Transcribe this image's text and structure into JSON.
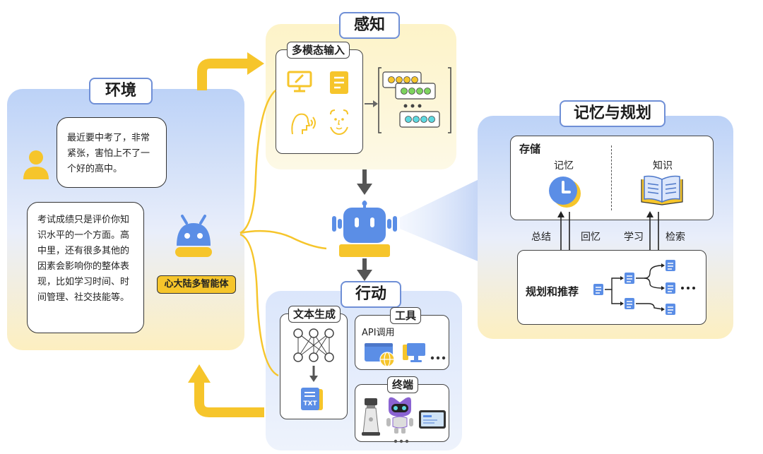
{
  "environment": {
    "title": "环境",
    "user_message": "最近要中考了，非常紧张，害怕上不了一个好的高中。",
    "agent_reply": "考试成绩只是评价你知识水平的一个方面。高中里，还有很多其他的因素会影响你的整体表现，比如学习时间、时间管理、社交技能等。",
    "agent_name": "心大陆多智能体"
  },
  "perception": {
    "title": "感知",
    "input_label": "多模态输入"
  },
  "memory_planning": {
    "title": "记忆与规划",
    "storage_label": "存储",
    "memory_label": "记忆",
    "knowledge_label": "知识",
    "summarize_label": "总结",
    "recall_label": "回忆",
    "learn_label": "学习",
    "retrieve_label": "检索",
    "planning_label": "规划和推荐"
  },
  "action": {
    "title": "行动",
    "text_gen_label": "文本生成",
    "txt_icon_text": "TXT",
    "tools_label": "工具",
    "api_label": "API调用",
    "terminal_label": "终端"
  },
  "colors": {
    "accent_blue": "#5b8ee6",
    "accent_yellow": "#f6c52b",
    "panel_blue": "#dbe6fb",
    "panel_yellow": "#fdf6d8"
  }
}
